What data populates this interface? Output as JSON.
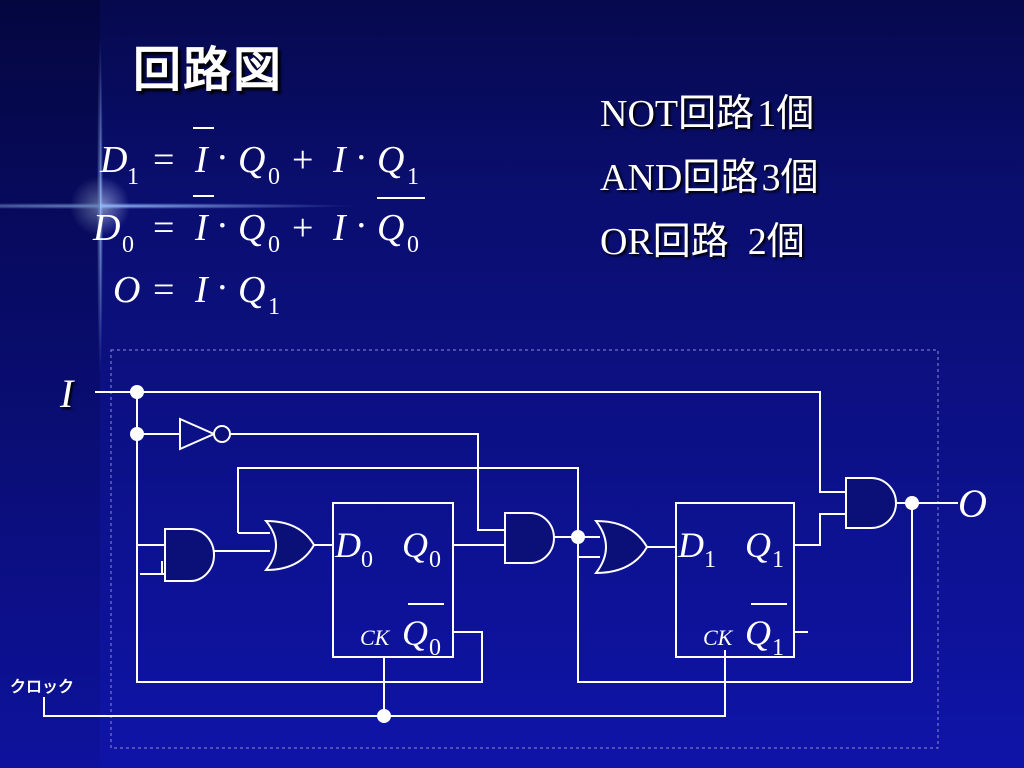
{
  "title": "回路図",
  "formulas": {
    "eq1": {
      "lhs": "D",
      "lhs_sub": "1",
      "eq": "=",
      "t1": "I",
      "dot": "·",
      "t2": "Q",
      "t2_sub": "0",
      "plus": "+",
      "t3": "I",
      "t4": "Q",
      "t4_sub": "1"
    },
    "eq2": {
      "lhs": "D",
      "lhs_sub": "0",
      "eq": "=",
      "t1": "I",
      "dot": "·",
      "t2": "Q",
      "t2_sub": "0",
      "plus": "+",
      "t3": "I",
      "t4": "Q",
      "t4_sub": "0"
    },
    "eq3": {
      "lhs": "O",
      "eq": "=",
      "t1": "I",
      "dot": "·",
      "t2": "Q",
      "t2_sub": "1"
    }
  },
  "parts": [
    {
      "name": "NOT回路",
      "count": "1個"
    },
    {
      "name": "AND回路",
      "count": "3個"
    },
    {
      "name": "OR回路",
      "count": "2個"
    }
  ],
  "circuit": {
    "input_label": "I",
    "output_label": "O",
    "clock_label": "クロック",
    "ff0": {
      "d": "D",
      "d_sub": "0",
      "q": "Q",
      "q_sub": "0",
      "ck": "CK",
      "qbar": "Q",
      "qbar_sub": "0"
    },
    "ff1": {
      "d": "D",
      "d_sub": "1",
      "q": "Q",
      "q_sub": "1",
      "ck": "CK",
      "qbar": "Q",
      "qbar_sub": "1"
    }
  }
}
